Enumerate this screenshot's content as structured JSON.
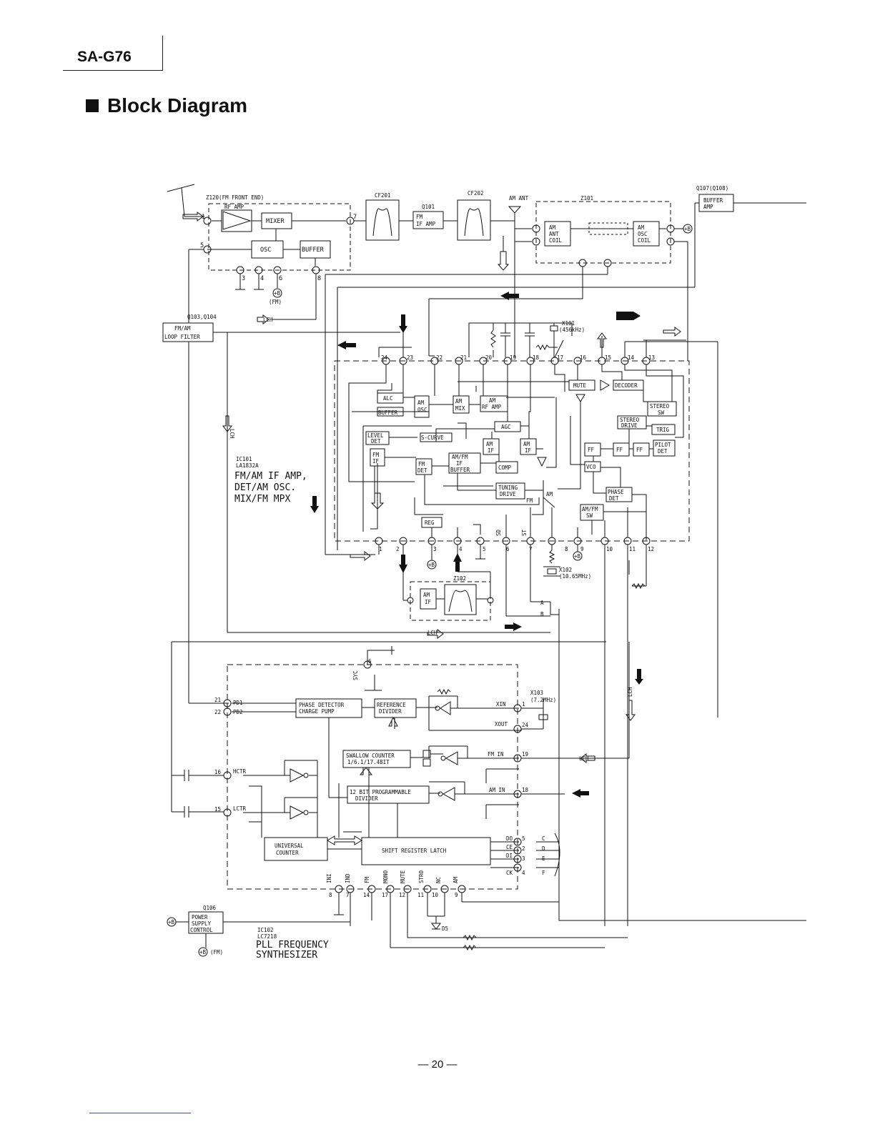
{
  "header": {
    "model": "SA-G76",
    "title": "Block Diagram",
    "page_number": "— 20 —"
  },
  "labels": {
    "z120": "Z120(FM FRONT END)",
    "rf_amp": "RF AMP",
    "mixer": "MIXER",
    "osc": "OSC",
    "buffer": "BUFFER",
    "cf201": "CF201",
    "cf202": "CF202",
    "q101": "Q101",
    "fm_if_amp_1": "FM",
    "fm_if_amp_2": "IF AMP",
    "am_ant": "AM ANT",
    "z101": "Z101",
    "am_ant_coil_1": "AM",
    "am_ant_coil_2": "ANT",
    "am_ant_coil_3": "COIL",
    "am_osc_coil_1": "AM",
    "am_osc_coil_2": "OSC",
    "am_osc_coil_3": "COIL",
    "q107": "Q107(Q108)",
    "buffer_amp_1": "BUFFER",
    "buffer_amp_2": "AMP",
    "fm_tag": "(FM)",
    "q103": "Q103,Q104",
    "loop_filter_1": "FM/AM",
    "loop_filter_2": "LOOP FILTER",
    "x101": "X101",
    "x101_freq": "(456kHz)",
    "rch": "RCH",
    "lch": "LCH",
    "ic101": "IC101",
    "ic101_part": "LA1832A",
    "ic101_desc_1": "FM/AM IF AMP,",
    "ic101_desc_2": "DET/AM OSC.",
    "ic101_desc_3": "MIX/FM MPX",
    "alc": "ALC",
    "buffer2": "BUFFER",
    "am_osc_1": "AM",
    "am_osc_2": "OSC",
    "am_mix_1": "AM",
    "am_mix_2": "MIX",
    "am_rf_amp_1": "AM",
    "am_rf_amp_2": "RF AMP",
    "agc": "AGC",
    "level_det_1": "LEVEL",
    "level_det_2": "DET",
    "s_curve": "S-CURVE",
    "fm_if_1": "FM",
    "fm_if_2": "IF",
    "fm_det_1": "FM",
    "fm_det_2": "DET",
    "amfm_if_1": "AM/FM",
    "amfm_if_2": "IF",
    "amfm_if_3": "BUFFER",
    "am_if_a_1": "AM",
    "am_if_a_2": "IF",
    "am_if_b_1": "AM",
    "am_if_b_2": "IF",
    "comp": "COMP",
    "tuning_drive_1": "TUNING",
    "tuning_drive_2": "DRIVE",
    "am_sw": "AM",
    "fm_sw": "FM",
    "mute": "MUTE",
    "decoder": "DECODER",
    "stereo_sw_1": "STEREO",
    "stereo_sw_2": "SW",
    "stereo_drive_1": "STEREO",
    "stereo_drive_2": "DRIVE",
    "trig": "TRIG",
    "ff1": "FF",
    "ff2": "FF",
    "ff3": "FF",
    "pilot_det_1": "PILOT",
    "pilot_det_2": "DET",
    "vco": "VCO",
    "phase_det_1": "PHASE",
    "phase_det_2": "DET",
    "amfm_sw_1": "AM/FM",
    "amfm_sw_2": "SW",
    "reg": "REG",
    "sd": "SD",
    "st": "ST",
    "x102": "X102",
    "x102_freq": "(10.65MHz)",
    "z102": "Z102",
    "am_if_z_1": "AM",
    "am_if_z_2": "IF",
    "sig_a": "A",
    "sig_b": "B",
    "sig_c": "C",
    "sig_d": "D",
    "sig_e": "E",
    "sig_f": "F",
    "syc": "SYC",
    "pd1": "PD1",
    "pd2": "PD2",
    "phase_cp_1": "PHASE DETECTOR",
    "phase_cp_2": "CHARGE PUMP",
    "ref_div_1": "REFERENCE",
    "ref_div_2": "DIVIDER",
    "xin": "XIN",
    "xout": "XOUT",
    "x103": "X103",
    "x103_freq": "(7.2MHz)",
    "swallow_1": "SWALLOW COUNTER",
    "swallow_2": "1/6.1/17.4BIT",
    "prog_div_1": "12 BIT PROGRAMMABLE",
    "prog_div_2": "DIVIDER",
    "fm_in": "FM IN",
    "am_in": "AM IN",
    "hctr": "HCTR",
    "lctr": "LCTR",
    "univ_ctr_1": "UNIVERSAL",
    "univ_ctr_2": "COUNTER",
    "shift_latch": "SHIFT REGISTER LATCH",
    "do": "DO",
    "ce": "CE",
    "di": "DI",
    "ck": "CK",
    "bot_ini": "INI",
    "bot_ind": "IND",
    "bot_fm": "FM",
    "bot_mono": "MONO",
    "bot_mute": "MUTE",
    "bot_stro": "STRO",
    "bot_nc": "NC",
    "bot_am": "AM",
    "q106": "Q106",
    "power_1": "POWER",
    "power_2": "SUPPLY",
    "power_3": "CONTROL",
    "ic102": "IC102",
    "ic102_part": "LC7218",
    "pll_1": "PLL FREQUENCY",
    "pll_2": "SYNTHESIZER",
    "d5": "D5",
    "plus_b": "+B",
    "plus_b_fm": "(FM)"
  },
  "pins": {
    "ic101_top": [
      "24",
      "23",
      "22",
      "21",
      "20",
      "19",
      "18",
      "17",
      "16",
      "15",
      "14",
      "13"
    ],
    "ic101_bottom": [
      "1",
      "2",
      "3",
      "4",
      "5",
      "6",
      "7",
      "8",
      "9",
      "10",
      "11",
      "12"
    ],
    "ic102_left": [
      "21",
      "22",
      "16",
      "15"
    ],
    "ic102_right": [
      "1",
      "24",
      "19",
      "18",
      "5",
      "2",
      "3",
      "4"
    ],
    "ic102_bottom": [
      "8",
      "7",
      "14",
      "17",
      "12",
      "11",
      "10",
      "9"
    ],
    "z120": [
      "1",
      "5",
      "7",
      "3",
      "4",
      "6",
      "8"
    ],
    "pll_hidden": [
      "6"
    ]
  }
}
